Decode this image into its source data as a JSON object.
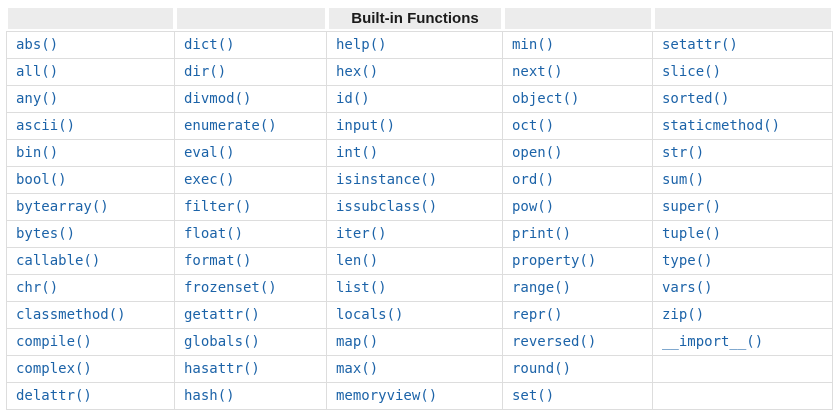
{
  "colors": {
    "link": "#1c63a8",
    "header_background": "#ececec",
    "cell_border": "#dddddd",
    "header_text": "#1a1a1a"
  },
  "table": {
    "header": {
      "title": "Built-in Functions"
    },
    "rows": [
      [
        "abs()",
        "dict()",
        "help()",
        "min()",
        "setattr()"
      ],
      [
        "all()",
        "dir()",
        "hex()",
        "next()",
        "slice()"
      ],
      [
        "any()",
        "divmod()",
        "id()",
        "object()",
        "sorted()"
      ],
      [
        "ascii()",
        "enumerate()",
        "input()",
        "oct()",
        "staticmethod()"
      ],
      [
        "bin()",
        "eval()",
        "int()",
        "open()",
        "str()"
      ],
      [
        "bool()",
        "exec()",
        "isinstance()",
        "ord()",
        "sum()"
      ],
      [
        "bytearray()",
        "filter()",
        "issubclass()",
        "pow()",
        "super()"
      ],
      [
        "bytes()",
        "float()",
        "iter()",
        "print()",
        "tuple()"
      ],
      [
        "callable()",
        "format()",
        "len()",
        "property()",
        "type()"
      ],
      [
        "chr()",
        "frozenset()",
        "list()",
        "range()",
        "vars()"
      ],
      [
        "classmethod()",
        "getattr()",
        "locals()",
        "repr()",
        "zip()"
      ],
      [
        "compile()",
        "globals()",
        "map()",
        "reversed()",
        "__import__()"
      ],
      [
        "complex()",
        "hasattr()",
        "max()",
        "round()",
        ""
      ],
      [
        "delattr()",
        "hash()",
        "memoryview()",
        "set()",
        ""
      ]
    ]
  }
}
